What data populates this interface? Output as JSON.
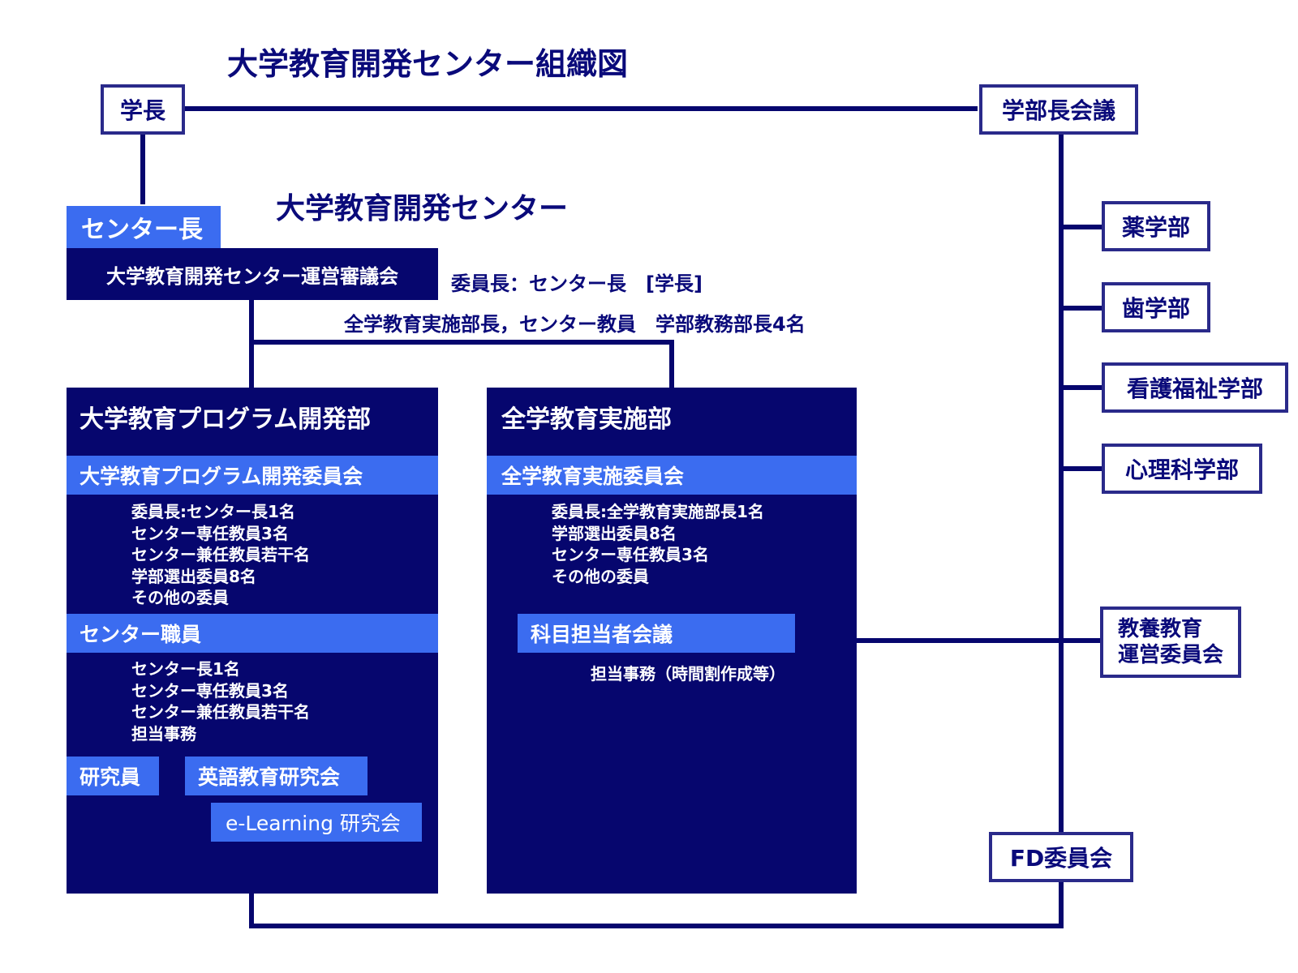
{
  "title": "大学教育開発センター組織図",
  "center_heading": "大学教育開発センター",
  "president": "学長",
  "deans_council": "学部長会議",
  "faculties": [
    "薬学部",
    "歯学部",
    "看護福祉学部",
    "心理科学部"
  ],
  "liberal_arts_committee": [
    "教養教育",
    "運営委員会"
  ],
  "fd_committee": "FD委員会",
  "center_director": "センター長",
  "steering_council": {
    "name": "大学教育開発センター運営審議会",
    "chair": "委員長：センター長　[学長]",
    "members": "全学教育実施部長，センター教員　学部教務部長4名"
  },
  "program_dept": {
    "title": "大学教育プログラム開発部",
    "committee": {
      "name": "大学教育プログラム開発委員会",
      "members": [
        "委員長:センター長1名",
        "センター専任教員3名",
        "センター兼任教員若干名",
        "学部選出委員8名",
        "その他の委員"
      ]
    },
    "staff": {
      "name": "センター職員",
      "members": [
        "センター長1名",
        "センター専任教員3名",
        "センター兼任教員若干名",
        "担当事務"
      ]
    },
    "researcher": "研究員",
    "english_group": "英語教育研究会",
    "elearning_group": "e-Learning 研究会"
  },
  "implementation_dept": {
    "title": "全学教育実施部",
    "committee": {
      "name": "全学教育実施委員会",
      "members": [
        "委員長:全学教育実施部長1名",
        "学部選出委員8名",
        "センター専任教員3名",
        "その他の委員"
      ]
    },
    "subject_meeting": "科目担当者会議",
    "subject_meeting_note": "担当事務（時間割作成等）"
  },
  "colors": {
    "navy": "#06066e",
    "blue": "#3b6cf0",
    "line": "#06066e",
    "text": "#0a0a7a"
  }
}
